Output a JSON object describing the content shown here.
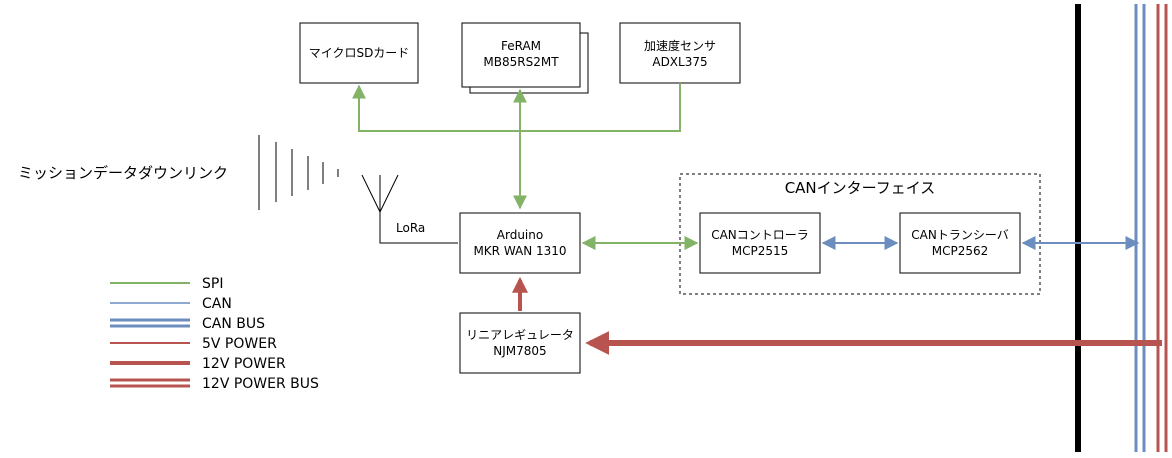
{
  "colors": {
    "spi": "#82b366",
    "can": "#6c8ebf",
    "power": "#b85450",
    "black": "#000000"
  },
  "nodes": {
    "microsd": {
      "line1": "マイクロSDカード"
    },
    "feram": {
      "line1": "FeRAM",
      "line2": "MB85RS2MT"
    },
    "accel": {
      "line1": "加速度センサ",
      "line2": "ADXL375"
    },
    "arduino": {
      "line1": "Arduino",
      "line2": "MKR WAN 1310"
    },
    "can_controller": {
      "line1": "CANコントローラ",
      "line2": "MCP2515"
    },
    "can_transceiver": {
      "line1": "CANトランシーバ",
      "line2": "MCP2562"
    },
    "regulator": {
      "line1": "リニアレギュレータ",
      "line2": "NJM7805"
    }
  },
  "labels": {
    "downlink": "ミッションデータダウンリンク",
    "lora": "LoRa",
    "can_interface": "CANインターフェイス"
  },
  "legend": [
    {
      "label": "SPI",
      "color": "spi",
      "style": "single"
    },
    {
      "label": "CAN",
      "color": "can",
      "style": "single-thin"
    },
    {
      "label": "CAN BUS",
      "color": "can",
      "style": "double"
    },
    {
      "label": "5V POWER",
      "color": "power",
      "style": "single"
    },
    {
      "label": "12V POWER",
      "color": "power",
      "style": "thick"
    },
    {
      "label": "12V POWER BUS",
      "color": "power",
      "style": "double"
    }
  ]
}
